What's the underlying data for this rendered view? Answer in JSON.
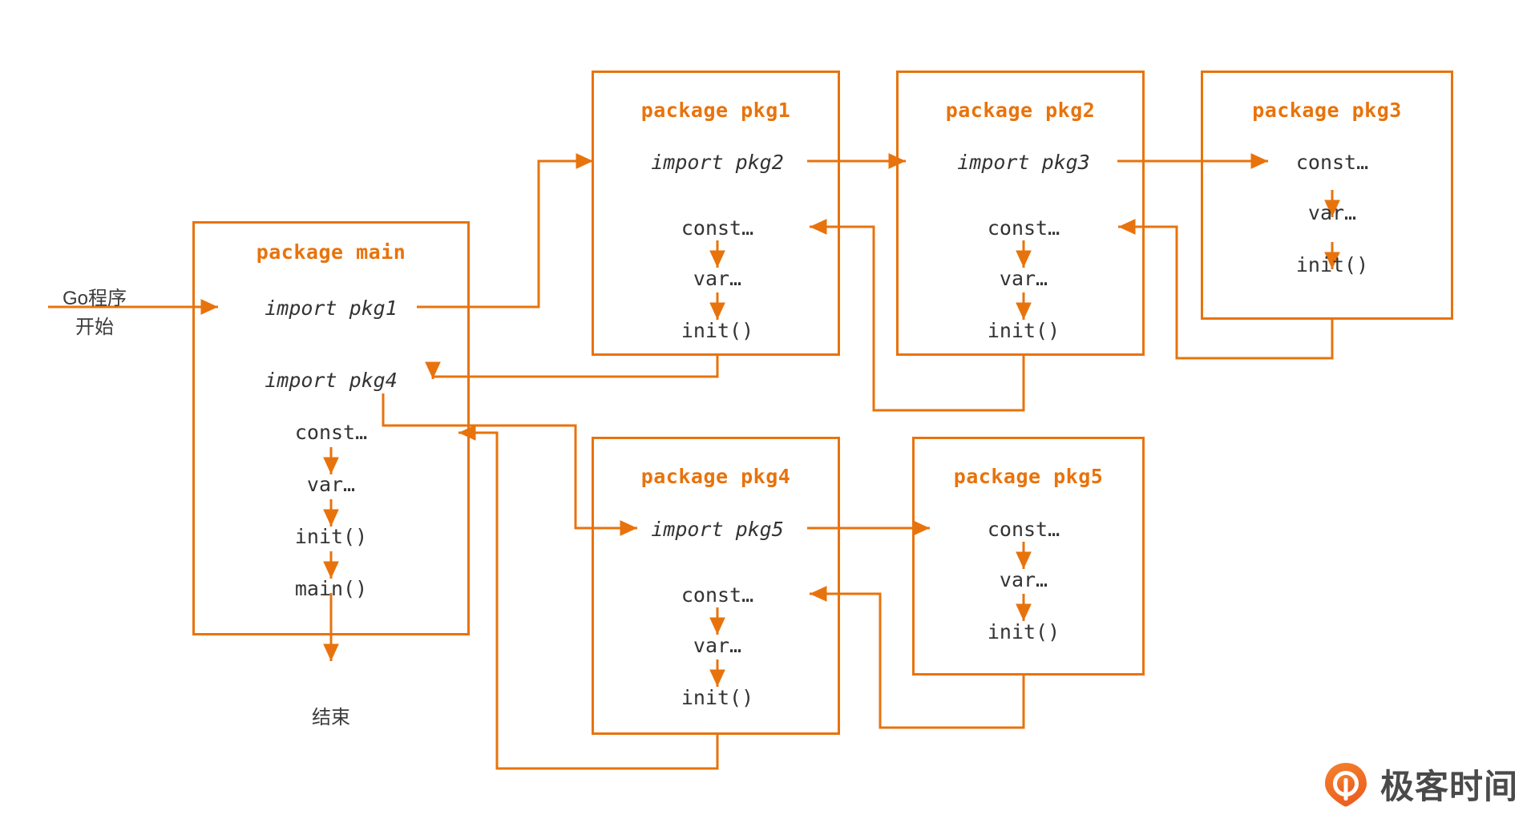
{
  "meta": {
    "accent": "#E8730C",
    "text_color": "#333333",
    "background": "#FFFFFF"
  },
  "start_label": "Go程序\n开始",
  "start_label_line1": "Go程序",
  "start_label_line2": "开始",
  "end_label": "结束",
  "packages": [
    {
      "id": "main",
      "title": "package main",
      "items": [
        "import pkg1",
        "import pkg4",
        "const…",
        "var…",
        "init()",
        "main()"
      ],
      "italic_items": [
        "import pkg1",
        "import pkg4"
      ]
    },
    {
      "id": "pkg1",
      "title": "package pkg1",
      "items": [
        "import pkg2",
        "const…",
        "var…",
        "init()"
      ],
      "italic_items": [
        "import pkg2"
      ]
    },
    {
      "id": "pkg2",
      "title": "package pkg2",
      "items": [
        "import pkg3",
        "const…",
        "var…",
        "init()"
      ],
      "italic_items": [
        "import pkg3"
      ]
    },
    {
      "id": "pkg3",
      "title": "package pkg3",
      "items": [
        "const…",
        "var…",
        "init()"
      ],
      "italic_items": []
    },
    {
      "id": "pkg4",
      "title": "package pkg4",
      "items": [
        "import pkg5",
        "const…",
        "var…",
        "init()"
      ],
      "italic_items": [
        "import pkg5"
      ]
    },
    {
      "id": "pkg5",
      "title": "package pkg5",
      "items": [
        "const…",
        "var…",
        "init()"
      ],
      "italic_items": []
    }
  ],
  "labels": {
    "main_title": "package main",
    "main_import1": "import pkg1",
    "main_import4": "import pkg4",
    "main_const": "const…",
    "main_var": "var…",
    "main_init": "init()",
    "main_main": "main()",
    "pkg1_title": "package pkg1",
    "pkg1_import": "import pkg2",
    "pkg1_const": "const…",
    "pkg1_var": "var…",
    "pkg1_init": "init()",
    "pkg2_title": "package pkg2",
    "pkg2_import": "import pkg3",
    "pkg2_const": "const…",
    "pkg2_var": "var…",
    "pkg2_init": "init()",
    "pkg3_title": "package pkg3",
    "pkg3_const": "const…",
    "pkg3_var": "var…",
    "pkg3_init": "init()",
    "pkg4_title": "package pkg4",
    "pkg4_import": "import pkg5",
    "pkg4_const": "const…",
    "pkg4_var": "var…",
    "pkg4_init": "init()",
    "pkg5_title": "package pkg5",
    "pkg5_const": "const…",
    "pkg5_var": "var…",
    "pkg5_init": "init()"
  },
  "logo": {
    "wordmark": "极客时间",
    "mark_color": "#F0722A"
  },
  "flow": {
    "description": "Go program initialization order across packages",
    "edges": [
      {
        "from": "start",
        "to": "main.import pkg1"
      },
      {
        "from": "main.import pkg1",
        "to": "pkg1.import pkg2"
      },
      {
        "from": "pkg1.import pkg2",
        "to": "pkg2.import pkg3"
      },
      {
        "from": "pkg2.import pkg3",
        "to": "pkg3.const…"
      },
      {
        "from": "pkg3.init()",
        "to": "pkg2.const…"
      },
      {
        "from": "pkg2.init()",
        "to": "pkg1.const…"
      },
      {
        "from": "pkg1.init()",
        "to": "main.import pkg4"
      },
      {
        "from": "main.import pkg4",
        "to": "pkg4.import pkg5"
      },
      {
        "from": "pkg4.import pkg5",
        "to": "pkg5.const…"
      },
      {
        "from": "pkg5.init()",
        "to": "pkg4.const…"
      },
      {
        "from": "pkg4.init()",
        "to": "main.const…"
      },
      {
        "from": "main.main()",
        "to": "end"
      }
    ]
  }
}
